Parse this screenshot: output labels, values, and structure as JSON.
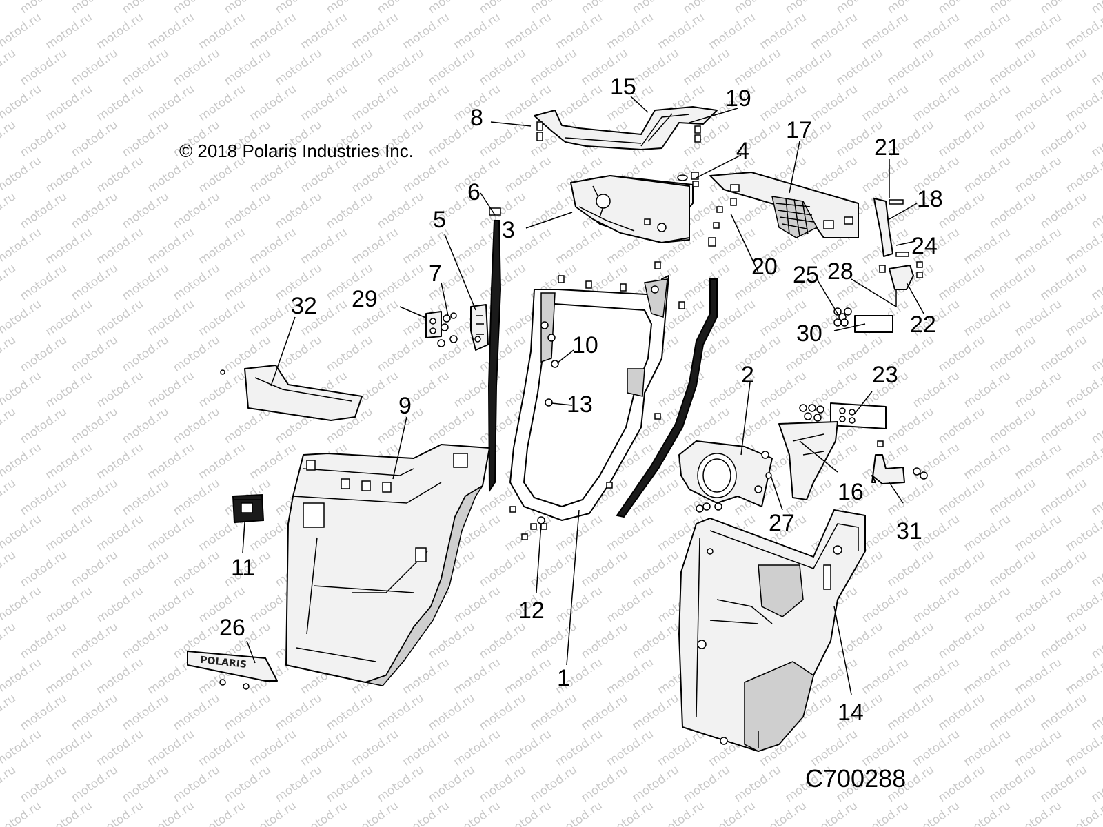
{
  "watermark_text": "motod.ru",
  "copyright": "© 2018 Polaris Industries Inc.",
  "diagram_id": "C700288",
  "nameplate_text": "POLARIS",
  "callouts": [
    "1",
    "2",
    "3",
    "4",
    "5",
    "6",
    "7",
    "8",
    "9",
    "10",
    "11",
    "12",
    "13",
    "14",
    "15",
    "16",
    "17",
    "18",
    "19",
    "20",
    "21",
    "22",
    "23",
    "24",
    "25",
    "26",
    "27",
    "28",
    "29",
    "30",
    "31",
    "32"
  ]
}
